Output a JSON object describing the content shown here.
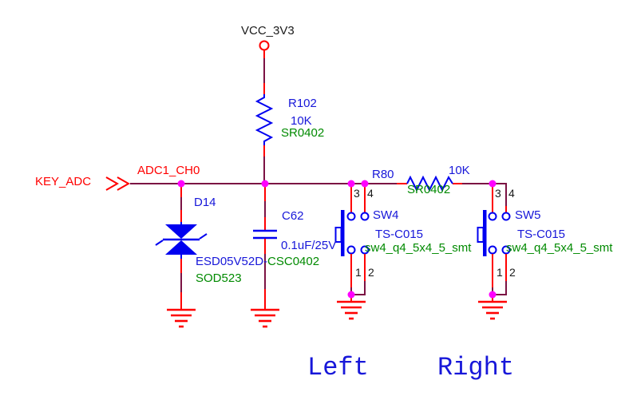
{
  "colors": {
    "bg": "#ffffff",
    "wire": "#7B1243",
    "pin": "#FF0000",
    "symbol": "#0000F0",
    "junction": "#FF00FF",
    "text_blue": "#1717D9",
    "text_green": "#008A00",
    "text_red": "#FF0000",
    "text_black": "#1A1A1A"
  },
  "power": {
    "net": "VCC_3V3"
  },
  "input_port": {
    "net": "KEY_ADC"
  },
  "net_label": "ADC1_CH0",
  "components": {
    "r102": {
      "refdes": "R102",
      "value": "10K",
      "footprint": "SR0402"
    },
    "r80": {
      "refdes": "R80",
      "value": "10K",
      "footprint": "SR0402"
    },
    "d14": {
      "refdes": "D14",
      "value": "ESD05V52D-",
      "package": "SOD523"
    },
    "c62": {
      "refdes": "C62",
      "value": "0.1uF/25V",
      "footprint": "CSC0402"
    },
    "sw4": {
      "refdes": "SW4",
      "value": "TS-C015",
      "footprint": "sw4_q4_5x4_5_smt",
      "pins": {
        "top_left": "3",
        "top_right": "4",
        "bottom_left": "1",
        "bottom_right": "2"
      },
      "caption": "Left"
    },
    "sw5": {
      "refdes": "SW5",
      "value": "TS-C015",
      "footprint": "sw4_q4_5x4_5_smt",
      "pins": {
        "top_left": "3",
        "top_right": "4",
        "bottom_left": "1",
        "bottom_right": "2"
      },
      "caption": "Right"
    }
  }
}
